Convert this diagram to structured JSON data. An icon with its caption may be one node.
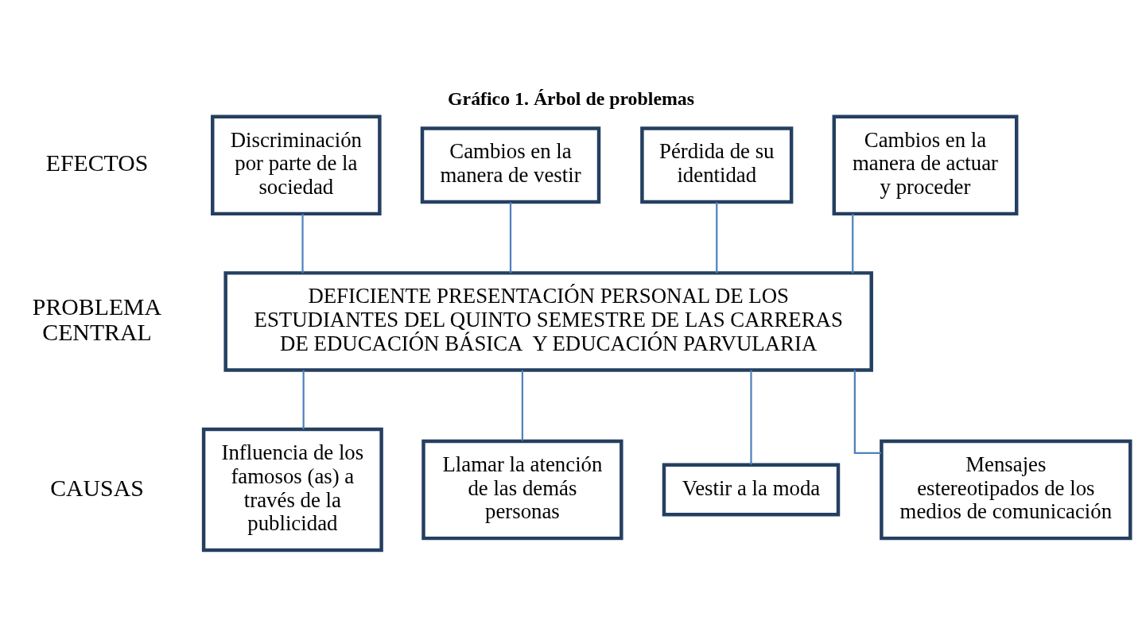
{
  "diagram": {
    "title": "Gráfico 1. Árbol de problemas",
    "nodes": [
      {
        "text": [
          "Discriminación por parte de la sociedad"
        ]
      },
      {
        "text": [
          "Cambios en la manera de vestir"
        ]
      },
      {
        "text": [
          "Pérdida de su identidad"
        ]
      },
      {
        "text": [
          "Cambios en la manera de actuar y proceder"
        ]
      },
      {
        "text": [
          "DEFICIENTE PRESENTACIÓN PERSONAL DE LOS ESTUDIANTES DEL QUINTO SEMESTRE DE LAS CARRERAS DE EDUCACIÓN BÁSICA  Y EDUCACIÓN PARVULARIA"
        ]
      },
      {
        "text": [
          "Influencia de los famosos (as) a través de la publicidad"
        ]
      },
      {
        "text": [
          "Llamar la atención de las demás personas"
        ]
      },
      {
        "text": [
          "Vestir a la moda"
        ]
      },
      {
        "text": [
          "Mensajes estereotipados de los medios de comunicación"
        ]
      }
    ],
    "edges": [
      {
        "from": 0,
        "to": 4,
        "arrow": "none"
      },
      {
        "from": 1,
        "to": 4,
        "arrow": "none"
      },
      {
        "from": 2,
        "to": 4,
        "arrow": "none"
      },
      {
        "from": 3,
        "to": 4,
        "arrow": "none"
      },
      {
        "from": 4,
        "to": 5,
        "arrow": "none"
      },
      {
        "from": 4,
        "to": 6,
        "arrow": "none"
      },
      {
        "from": 4,
        "to": 7,
        "arrow": "none"
      },
      {
        "from": 4,
        "to": 8,
        "arrow": "none"
      }
    ],
    "labels": [
      "EFECTOS",
      "PROBLEMA CENTRAL",
      "CAUSAS"
    ]
  }
}
